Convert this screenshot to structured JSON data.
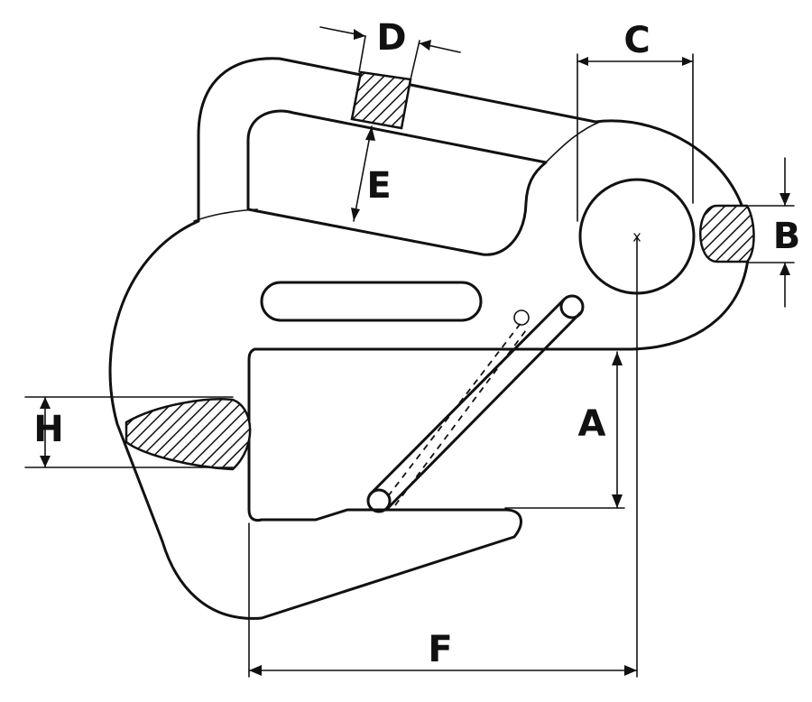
{
  "diagram": {
    "dimension_labels": {
      "A": "A",
      "B": "B",
      "C": "C",
      "D": "D",
      "E": "E",
      "F": "F",
      "H": "H"
    },
    "center_mark": "x",
    "colors": {
      "ink": "#111111",
      "paper": "#ffffff"
    }
  }
}
